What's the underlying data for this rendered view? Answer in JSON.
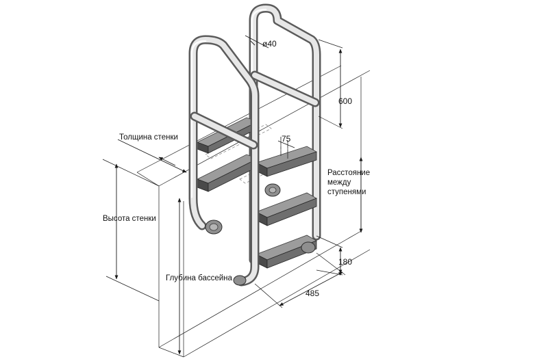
{
  "labels": {
    "diameter": "ø40",
    "height_600": "600",
    "step_75": "75",
    "wall_thickness": "Толщина стенки",
    "step_distance_line1": "Расстояние",
    "step_distance_line2": "между",
    "step_distance_line3": "ступенями",
    "wall_height": "Высота стенки",
    "pool_depth": "Глубина бассейна",
    "offset_180": "180",
    "width_485": "485"
  },
  "colors": {
    "rail_dark": "#5b5b5b",
    "rail_light": "#e7e7e7",
    "step_dark": "#4a4a4a",
    "dimension_line": "#1a1a1a"
  }
}
